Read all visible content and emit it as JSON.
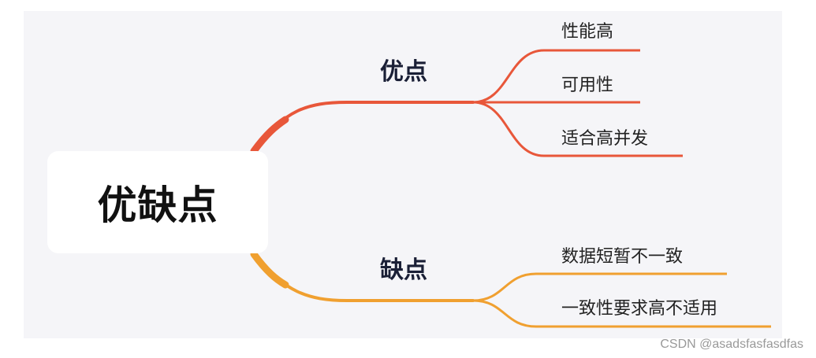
{
  "mindmap": {
    "root": "优缺点",
    "pros": {
      "label": "优点",
      "color": "#e8573a",
      "items": [
        "性能高",
        "可用性",
        "适合高并发"
      ]
    },
    "cons": {
      "label": "缺点",
      "color": "#f0a030",
      "items": [
        "数据短暂不一致",
        "一致性要求高不适用"
      ]
    }
  },
  "watermark": "CSDN @asadsfasfasdfas"
}
